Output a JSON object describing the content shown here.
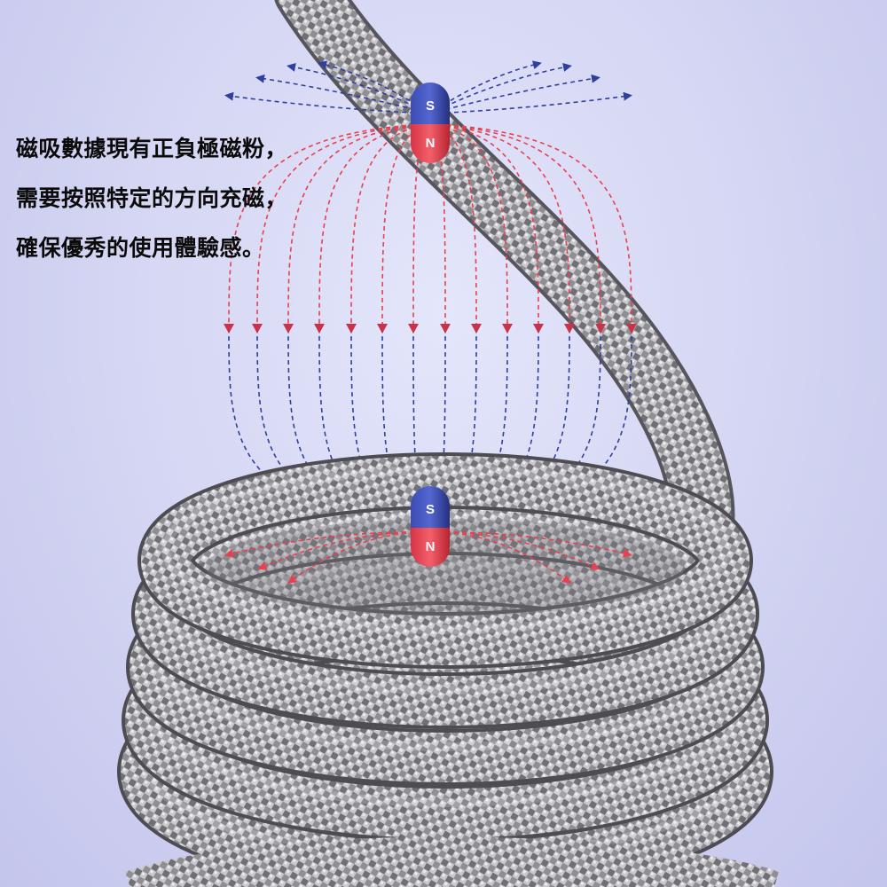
{
  "caption": {
    "line1": "磁吸數據現有正負極磁粉，",
    "line2": "需要按照特定的方向充磁，",
    "line3": "確保優秀的使用體驗感。"
  },
  "magnets": {
    "top": {
      "south_label": "S",
      "north_label": "N"
    },
    "bottom": {
      "south_label": "S",
      "north_label": "N"
    }
  },
  "colors": {
    "background": "#d6d8f4",
    "north_pole": "#e8404f",
    "south_pole": "#2f3f9e",
    "field_red": "#e8404f",
    "field_blue": "#2f3f9e",
    "cable": "#9a9a9e"
  }
}
